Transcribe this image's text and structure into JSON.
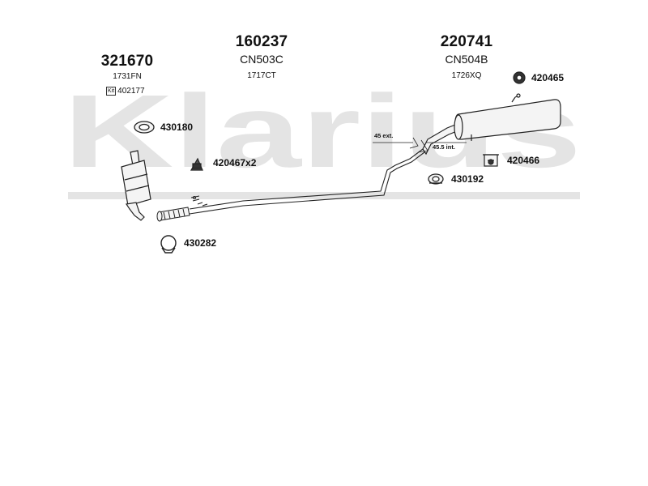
{
  "watermark": "Klarius",
  "parts": {
    "front": {
      "number": "321670",
      "code": "1731FN",
      "kit_label": "Kit",
      "kit_number": "402177"
    },
    "middle": {
      "number": "160237",
      "code": "CN503C",
      "sub": "1717CT"
    },
    "rear": {
      "number": "220741",
      "code": "CN504B",
      "sub": "1726XQ"
    }
  },
  "fittings": {
    "f420465": "420465",
    "f430180": "430180",
    "f420467": "420467x2",
    "f420466": "420466",
    "f430192": "430192",
    "f430282": "430282"
  },
  "dimensions": {
    "ext": "45 ext.",
    "int": "45.5 int."
  },
  "colors": {
    "watermark": "#e4e4e4",
    "line": "#222222",
    "part_fill": "#f4f4f4"
  }
}
